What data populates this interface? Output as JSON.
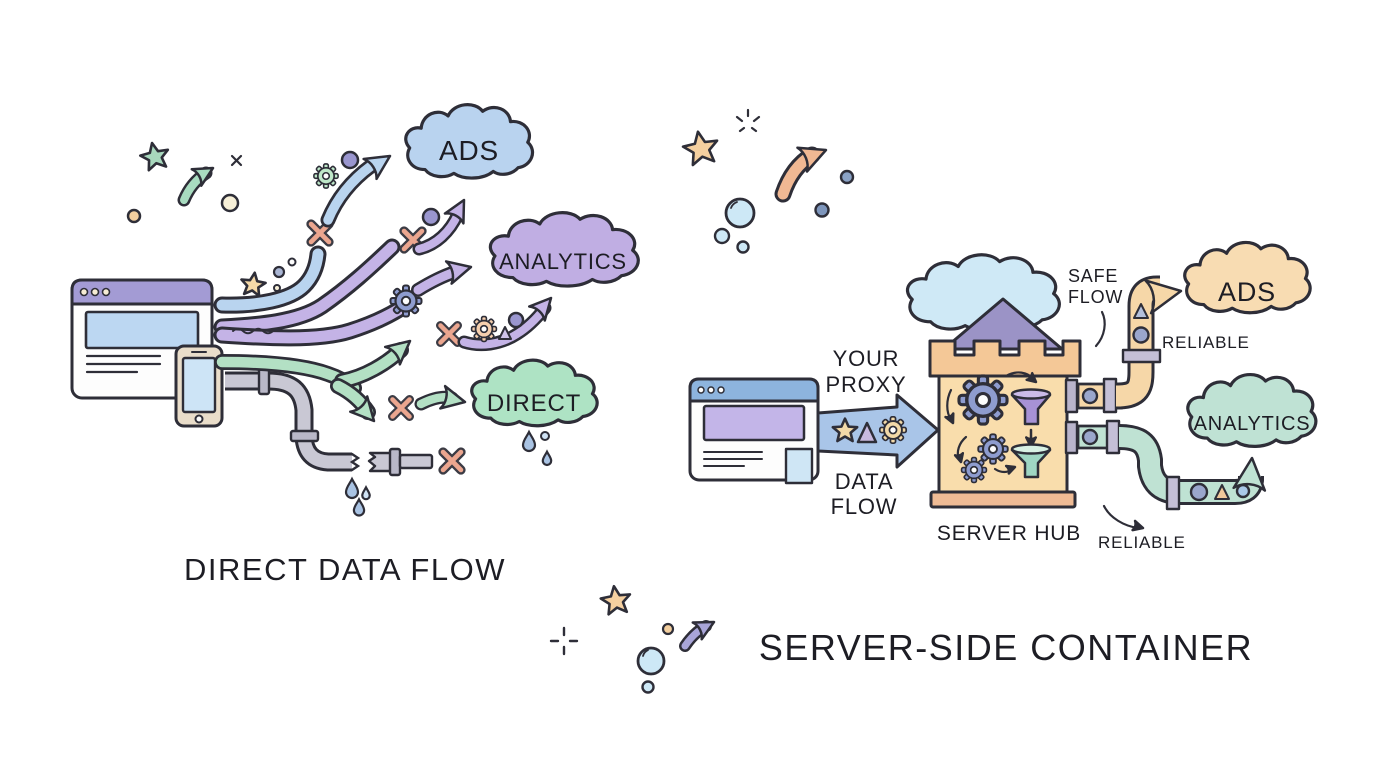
{
  "left_diagram": {
    "title": "DIRECT DATA FLOW",
    "clouds": {
      "ads": "ADS",
      "analytics": "ANALYTICS",
      "direct": "DIRECT"
    }
  },
  "right_diagram": {
    "title": "SERVER-SIDE CONTAINER",
    "proxy_label_line1": "YOUR",
    "proxy_label_line2": "PROXY",
    "flow_label_line1": "DATA",
    "flow_label_line2": "FLOW",
    "safe_flow_line1": "SAFE",
    "safe_flow_line2": "FLOW",
    "reliable_top": "RELIABLE",
    "reliable_bottom": "RELIABLE",
    "server_hub": "SERVER HUB",
    "clouds": {
      "ads": "ADS",
      "analytics": "ANALYTICS"
    }
  },
  "icons": {
    "gear-icon": "processing cog",
    "funnel-icon": "filter funnel",
    "star-icon": "event spark",
    "blocked-x-icon": "blocked signal cross",
    "drop-icon": "leaking data drop",
    "bubble-icon": "bubble",
    "sparkle-icon": "sparkle",
    "cloud-icon": "destination cloud",
    "pipe-icon": "data pipe",
    "arrow-icon": "flow arrow"
  },
  "colors": {
    "outline": "#2e2e38",
    "cloud_blue": "#b9d3ef",
    "cloud_purple": "#c0aee3",
    "cloud_green": "#aee3c4",
    "cloud_peach": "#f8dcb2",
    "cloud_mint": "#bfe2d4",
    "stream_blue": "#b9d4ef",
    "stream_purple": "#c4b3e6",
    "stream_green": "#b3e0c4",
    "pipe_gray": "#c9c8d4",
    "pipe_orange": "#f6d7a8",
    "pipe_teal": "#bfe2d3",
    "x_mark": "#eba68f",
    "proxy_arrow_blue": "#a9c5e8",
    "hub_body": "#f9ddac",
    "hub_trim": "#f4c897",
    "roof_purple": "#9b93c6",
    "gear_periwinkle": "#8e9ccf",
    "browser1_bar": "#a39bd4",
    "browser2_bar": "#8db4de"
  }
}
